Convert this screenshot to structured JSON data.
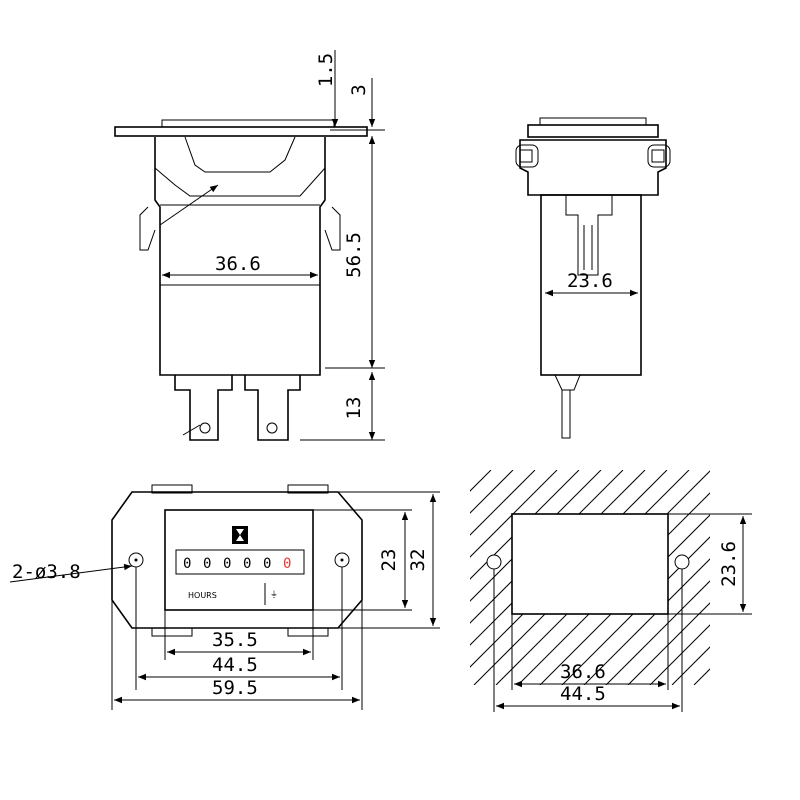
{
  "front_view": {
    "dim_width": "36.6",
    "dim_height": "56.5",
    "dim_terminal": "13",
    "dim_flange": "1.5",
    "dim_flange2": "3"
  },
  "side_view": {
    "dim_width": "23.6"
  },
  "top_view": {
    "hole_label": "2-ø3.8",
    "dim_inner": "35.5",
    "dim_mid": "44.5",
    "dim_outer": "59.5",
    "dim_h1": "23",
    "dim_h2": "32",
    "counter_digits": [
      "0",
      "0",
      "0",
      "0",
      "0",
      "0"
    ],
    "counter_label": "HOURS"
  },
  "cutout_view": {
    "dim_height": "23.6",
    "dim_inner": "36.6",
    "dim_outer": "44.5"
  }
}
